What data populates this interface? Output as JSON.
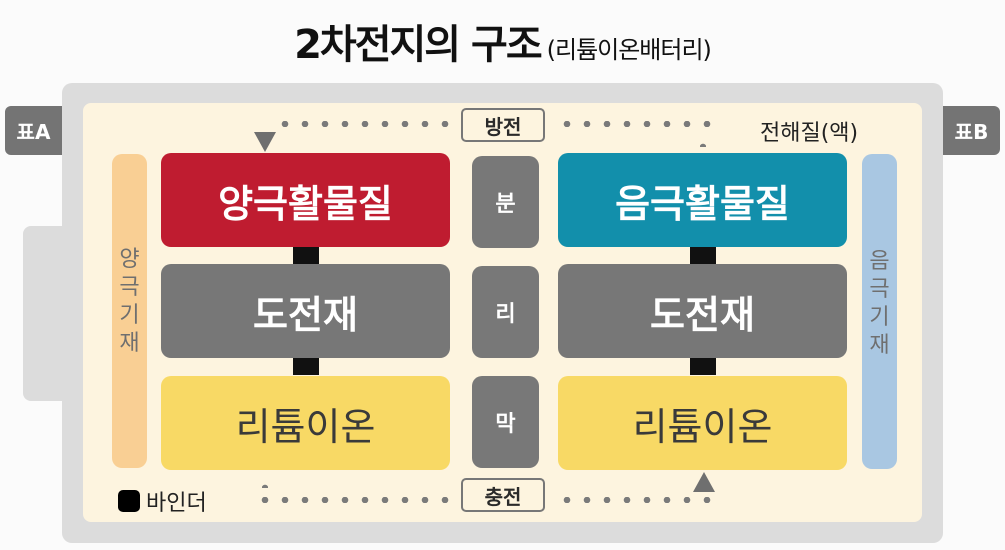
{
  "title": {
    "main": "2차전지의 구조",
    "sub": "(리튬이온배터리)"
  },
  "terminals": {
    "left": "표A",
    "right": "표B"
  },
  "electrolyte_label": "전해질(액)",
  "collectors": {
    "left": [
      "양",
      "극",
      "기",
      "재"
    ],
    "right": [
      "음",
      "극",
      "기",
      "재"
    ]
  },
  "left_stack": {
    "top": "양극활물질",
    "middle": "도전재",
    "bottom": "리튬이온"
  },
  "right_stack": {
    "top": "음극활물질",
    "middle": "도전재",
    "bottom": "리튬이온"
  },
  "separator": [
    "분",
    "리",
    "막"
  ],
  "flows": {
    "discharge": "방전",
    "charge": "충전"
  },
  "legend": {
    "binder": "바인더"
  },
  "colors": {
    "cathode_active": "#bf1c30",
    "anode_active": "#128fab",
    "conductor": "#777777",
    "lithium_ion": "#f8d965",
    "cathode_collector": "#f9cf94",
    "anode_collector": "#a9c7e2",
    "electrolyte_bg": "#fdf4df",
    "binder": "#111111"
  }
}
